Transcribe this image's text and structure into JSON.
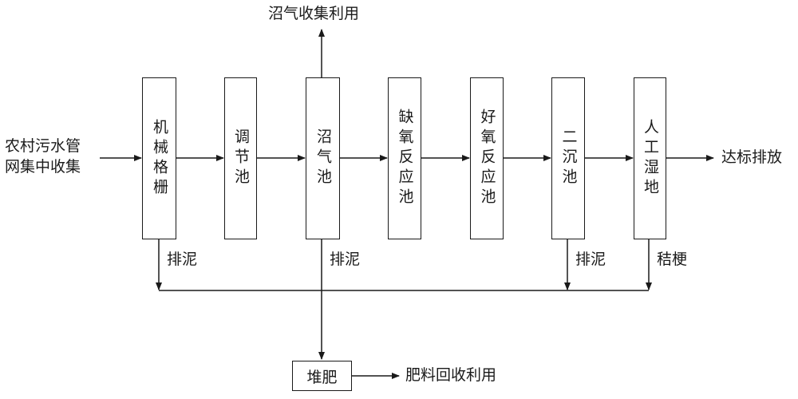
{
  "source": "农村污水管\n网集中收集",
  "units": [
    {
      "id": "grille",
      "label": "机械格栅"
    },
    {
      "id": "regulating",
      "label": "调节池"
    },
    {
      "id": "biogas",
      "label": "沼气池"
    },
    {
      "id": "anoxic",
      "label": "缺氧反应池"
    },
    {
      "id": "aerobic",
      "label": "好氧反应池"
    },
    {
      "id": "secondary",
      "label": "二沉池"
    },
    {
      "id": "wetland",
      "label": "人工湿地"
    }
  ],
  "outlet": "达标排放",
  "biogas_use": "沼气收集利用",
  "sludge": {
    "grille": "排泥",
    "biogas": "排泥",
    "secondary": "排泥",
    "wetland": "秸梗"
  },
  "compost": "堆肥",
  "fertilizer": "肥料回收利用"
}
